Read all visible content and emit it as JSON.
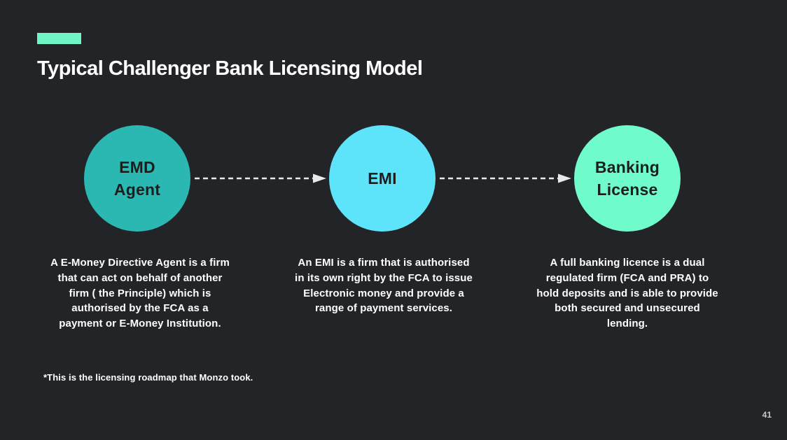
{
  "slide": {
    "title": "Typical Challenger Bank Licensing Model",
    "footnote": "*This is the licensing roadmap that Monzo took.",
    "page_number": "41"
  },
  "colors": {
    "background": "#232427",
    "accent_bar": "#6FF6C4",
    "title_text": "#FFFFFF",
    "body_text": "#FFFFFF",
    "circle_label": "#1D1D1D",
    "arrow": "#E9E9E9",
    "page_number": "#C7C7C7"
  },
  "steps": [
    {
      "id": "emd-agent",
      "label": "EMD\nAgent",
      "circle_color": "#2BB8B2",
      "description": "A E-Money Directive Agent is a firm that can act on behalf of another firm ( the Principle) which is authorised by the FCA as a payment or E-Money Institution."
    },
    {
      "id": "emi",
      "label": "EMI",
      "circle_color": "#5DE4FA",
      "description": "An EMI is a firm that is authorised in its own right by the FCA to issue Electronic money and provide a range of payment services."
    },
    {
      "id": "banking-license",
      "label": "Banking\nLicense",
      "circle_color": "#70FBCD",
      "description": "A full banking licence is a dual regulated firm (FCA and PRA) to hold deposits and is able to provide both secured and unsecured lending."
    }
  ]
}
